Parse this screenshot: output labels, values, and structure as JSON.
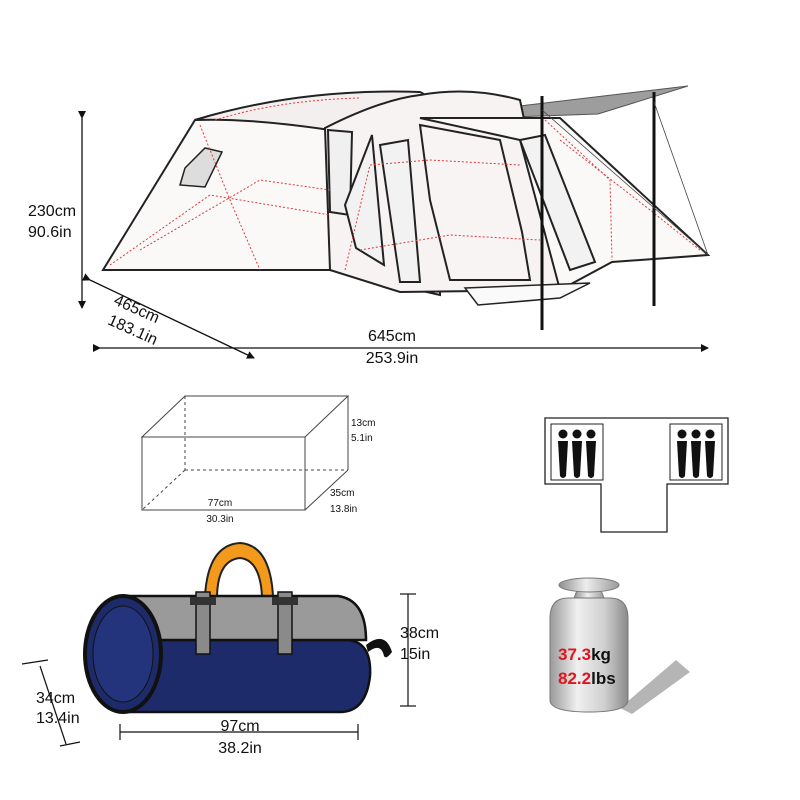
{
  "tent": {
    "height_cm": "230cm",
    "height_in": "90.6in",
    "width_cm": "465cm",
    "width_in": "183.1in",
    "length_cm": "645cm",
    "length_in": "253.9in"
  },
  "packed_box": {
    "height_cm": "13cm",
    "height_in": "5.1in",
    "length_cm": "77cm",
    "length_in": "30.3in",
    "depth_cm": "35cm",
    "depth_in": "13.8in"
  },
  "floor_plan": {
    "occupants_per_room": 3,
    "rooms": 2
  },
  "carry_bag": {
    "height_cm": "38cm",
    "height_in": "15in",
    "length_cm": "97cm",
    "length_in": "38.2in",
    "diameter_cm": "34cm",
    "diameter_in": "13.4in"
  },
  "weight": {
    "kg_value": "37.3",
    "kg_unit": "kg",
    "lbs_value": "82.2",
    "lbs_unit": "lbs"
  },
  "colors": {
    "bag_navy": "#1e2b6b",
    "bag_grey": "#9a9a9a",
    "handle_orange": "#f39a1c",
    "weight_red": "#e0161e",
    "seam_red": "#e03a3a",
    "tarp_grey": "#9d9d9d"
  }
}
